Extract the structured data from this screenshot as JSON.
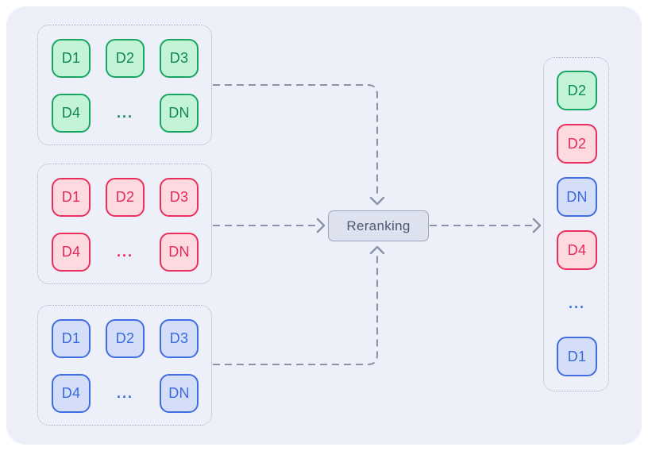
{
  "diagram": {
    "title": "reranking-flow",
    "groups": [
      {
        "id": "retrieved-set-1",
        "color": "green",
        "cells": [
          "D1",
          "D2",
          "D3",
          "D4",
          "...",
          "DN"
        ]
      },
      {
        "id": "retrieved-set-2",
        "color": "red",
        "cells": [
          "D1",
          "D2",
          "D3",
          "D4",
          "...",
          "DN"
        ]
      },
      {
        "id": "retrieved-set-3",
        "color": "blue",
        "cells": [
          "D1",
          "D2",
          "D3",
          "D4",
          "...",
          "DN"
        ]
      }
    ],
    "reranker": {
      "label": "Reranking"
    },
    "output": {
      "cells": [
        {
          "label": "D2",
          "color": "green"
        },
        {
          "label": "D2",
          "color": "red"
        },
        {
          "label": "DN",
          "color": "blue"
        },
        {
          "label": "D4",
          "color": "red"
        },
        {
          "label": "...",
          "color": "blue"
        },
        {
          "label": "D1",
          "color": "blue"
        }
      ]
    },
    "colors": {
      "green": {
        "fill": "#c3f4d7",
        "border": "#16a662",
        "text": "#0d8a4f"
      },
      "red": {
        "fill": "#fcdadf",
        "border": "#ea2e5d",
        "text": "#e52b57"
      },
      "blue": {
        "fill": "#d4def8",
        "border": "#3f6ce0",
        "text": "#3b69de"
      },
      "reranker": {
        "fill": "#dee2ee",
        "border": "#99a2bc",
        "text": "#4e5873"
      },
      "connector": "#8a92ac",
      "group_border": "#a9b0c3",
      "panel_background": "#edf0f8",
      "page_background": "#ffffff"
    }
  }
}
